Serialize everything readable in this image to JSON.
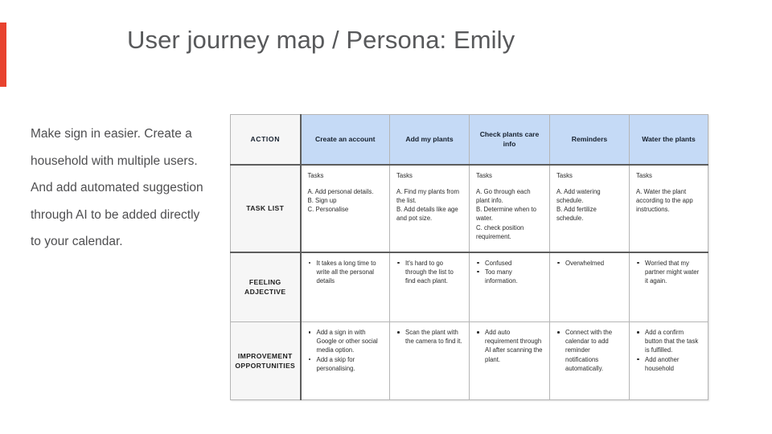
{
  "slide": {
    "title": "User journey map / Persona: Emily",
    "accent_color": "#e8422e",
    "title_color": "#58595b",
    "side_note": "Make sign in easier. Create a household with multiple users. And add automated suggestion through AI to be added directly to your calendar."
  },
  "table": {
    "header_accent_color": "#c5daf6",
    "row_label_bg": "#f6f6f6",
    "columns": [
      {
        "key": "action",
        "label": "ACTION"
      },
      {
        "key": "create_account",
        "label": "Create an account"
      },
      {
        "key": "add_plants",
        "label": "Add my plants"
      },
      {
        "key": "care_info",
        "label": "Check plants care info"
      },
      {
        "key": "reminders",
        "label": "Reminders"
      },
      {
        "key": "water_plants",
        "label": "Water the plants"
      }
    ],
    "rows": [
      {
        "label": "TASK LIST",
        "kind": "tasks",
        "cells": [
          {
            "heading": "Tasks",
            "lines": [
              "A. Add personal details.",
              "B. Sign up",
              "C. Personalise"
            ]
          },
          {
            "heading": "Tasks",
            "lines": [
              "A. Find my plants from the list.",
              "B. Add details like age and pot size."
            ]
          },
          {
            "heading": "Tasks",
            "lines": [
              "A. Go through each plant info.",
              "B. Determine when to water.",
              "C. check position requirement."
            ]
          },
          {
            "heading": "Tasks",
            "lines": [
              "A. Add watering schedule.",
              "B. Add fertilize schedule."
            ]
          },
          {
            "heading": "Tasks",
            "lines": [
              "A. Water the plant according to the app instructions."
            ]
          }
        ]
      },
      {
        "label": "FEELING ADJECTIVE",
        "kind": "bullets",
        "cells": [
          {
            "bullets": [
              "It takes a long time to write all the personal details"
            ]
          },
          {
            "bullets": [
              "It's hard to go through the list to find each plant."
            ]
          },
          {
            "bullets": [
              "Confused",
              "Too many information."
            ]
          },
          {
            "bullets": [
              "Overwhelmed"
            ]
          },
          {
            "bullets": [
              "Worried that my partner might water it again."
            ]
          }
        ]
      },
      {
        "label": "IMPROVEMENT OPPORTUNITIES",
        "kind": "bullets",
        "cells": [
          {
            "bullets": [
              "Add a sign in with Google or other social media option.",
              "Add a skip for personalising."
            ]
          },
          {
            "bullets": [
              "Scan the plant with the camera to find it."
            ]
          },
          {
            "bullets": [
              "Add auto requirement through AI after scanning the plant."
            ]
          },
          {
            "bullets": [
              "Connect with the calendar to add reminder notifications automatically."
            ]
          },
          {
            "bullets": [
              "Add a confirm button that the task is fulfilled.",
              "Add another household"
            ]
          }
        ]
      }
    ]
  }
}
